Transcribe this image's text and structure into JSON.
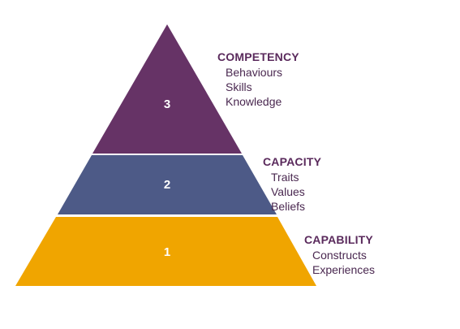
{
  "colors": {
    "top": "#663366",
    "middle": "#4d5a87",
    "bottom": "#f0a500",
    "label": "#5a2a5c",
    "item": "#4a2850",
    "number": "#ffffff"
  },
  "pyramid": {
    "tiers": [
      {
        "id": "competency",
        "number": "3",
        "title": "COMPETENCY",
        "items": [
          "Behaviours",
          "Skills",
          "Knowledge"
        ]
      },
      {
        "id": "capacity",
        "number": "2",
        "title": "CAPACITY",
        "items": [
          "Traits",
          "Values",
          "Beliefs"
        ]
      },
      {
        "id": "capability",
        "number": "1",
        "title": "CAPABILITY",
        "items": [
          "Constructs",
          "Experiences"
        ]
      }
    ]
  }
}
